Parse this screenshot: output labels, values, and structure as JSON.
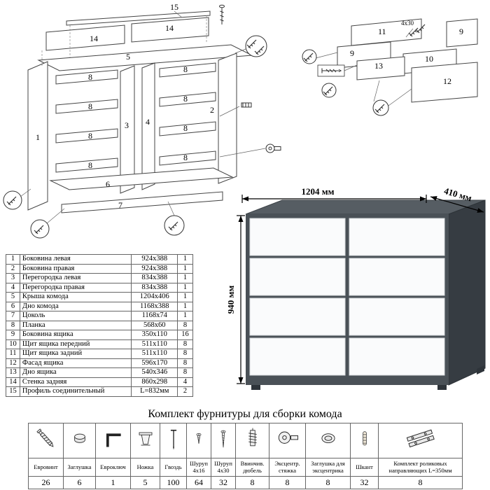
{
  "dimensions": {
    "width": "1204 мм",
    "depth": "410 мм",
    "height": "940 мм"
  },
  "colors": {
    "carcass_front": "#4a5157",
    "carcass_side": "#363c42",
    "carcass_top": "#565d63",
    "drawer_front": "#fafbfc",
    "leg": "#2e343a"
  },
  "diagram": {
    "n1": "1",
    "n2": "2",
    "n3": "3",
    "n4": "4",
    "n5": "5",
    "n6": "6",
    "n7": "7",
    "n8": "8",
    "n9": "9",
    "n10": "10",
    "n11": "11",
    "n12": "12",
    "n13": "13",
    "n14": "14",
    "n15": "15",
    "screw_spec": "4х30"
  },
  "parts": [
    {
      "num": "1",
      "name": "Боковина левая",
      "size": "924x388",
      "qty": "1"
    },
    {
      "num": "2",
      "name": "Боковина правая",
      "size": "924x388",
      "qty": "1"
    },
    {
      "num": "3",
      "name": "Перегородка левая",
      "size": "834x388",
      "qty": "1"
    },
    {
      "num": "4",
      "name": "Перегородка правая",
      "size": "834x388",
      "qty": "1"
    },
    {
      "num": "5",
      "name": "Крыша комода",
      "size": "1204x406",
      "qty": "1"
    },
    {
      "num": "6",
      "name": "Дно комода",
      "size": "1168x388",
      "qty": "1"
    },
    {
      "num": "7",
      "name": "Цоколь",
      "size": "1168x74",
      "qty": "1"
    },
    {
      "num": "8",
      "name": "Планка",
      "size": "568x60",
      "qty": "8"
    },
    {
      "num": "9",
      "name": "Боковина ящика",
      "size": "350x110",
      "qty": "16"
    },
    {
      "num": "10",
      "name": "Щит ящика передний",
      "size": "511x110",
      "qty": "8"
    },
    {
      "num": "11",
      "name": "Щит ящика задний",
      "size": "511x110",
      "qty": "8"
    },
    {
      "num": "12",
      "name": "Фасад ящика",
      "size": "596x170",
      "qty": "8"
    },
    {
      "num": "13",
      "name": "Дно ящика",
      "size": "540x346",
      "qty": "8"
    },
    {
      "num": "14",
      "name": "Стенка задняя",
      "size": "860x298",
      "qty": "4"
    },
    {
      "num": "15",
      "name": "Профиль соединительный",
      "size": "L=832мм",
      "qty": "2"
    }
  ],
  "hardware": {
    "title": "Комплект фурнитуры для сборки комода",
    "items": [
      {
        "name": "Евровинт",
        "qty": "26",
        "icon": "euroscrew-icon"
      },
      {
        "name": "Заглушка",
        "qty": "6",
        "icon": "plug-icon"
      },
      {
        "name": "Евроключ",
        "qty": "1",
        "icon": "hex-key-icon"
      },
      {
        "name": "Ножка",
        "qty": "5",
        "icon": "leg-icon"
      },
      {
        "name": "Гвоздь",
        "qty": "100",
        "icon": "nail-icon"
      },
      {
        "name": "Шуруп 4х16",
        "qty": "64",
        "icon": "screw-short-icon"
      },
      {
        "name": "Шуруп 4х30",
        "qty": "32",
        "icon": "screw-long-icon"
      },
      {
        "name": "Ввинчив. дюбель",
        "qty": "8",
        "icon": "screw-in-dowel-icon"
      },
      {
        "name": "Эксцентр. стяжка",
        "qty": "8",
        "icon": "cam-lock-icon"
      },
      {
        "name": "Заглушка для эксцентрика",
        "qty": "8",
        "icon": "cam-cap-icon"
      },
      {
        "name": "Шкант",
        "qty": "32",
        "icon": "wood-dowel-icon"
      },
      {
        "name": "Комплект роликовых направляющих L=350мм",
        "qty": "8",
        "icon": "roller-guides-icon"
      }
    ]
  }
}
